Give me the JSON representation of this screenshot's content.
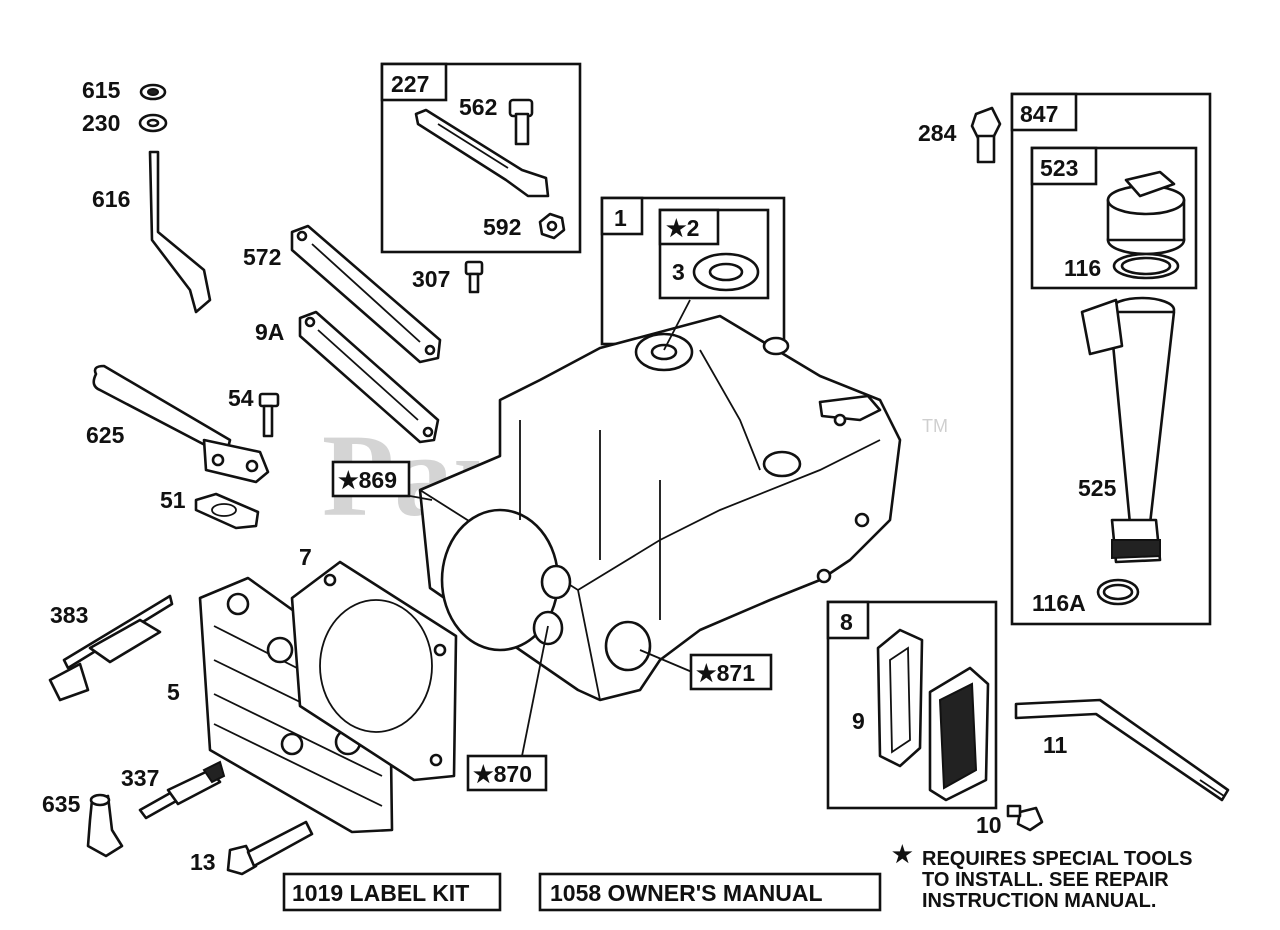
{
  "watermark": {
    "text": "PartsTree",
    "tm": "TM"
  },
  "boxes": {
    "b227": "227",
    "b1": "1",
    "b2": "★2",
    "b847": "847",
    "b523": "523",
    "b8": "8",
    "b869": "★869",
    "b871": "★871",
    "b870": "★870"
  },
  "labels": {
    "l615": "615",
    "l230": "230",
    "l616": "616",
    "l572": "572",
    "l9A": "9A",
    "l625": "625",
    "l54": "54",
    "l51": "51",
    "l383": "383",
    "l5": "5",
    "l7": "7",
    "l337": "337",
    "l635": "635",
    "l13": "13",
    "l562": "562",
    "l592": "592",
    "l307": "307",
    "l3": "3",
    "l284": "284",
    "l116": "116",
    "l525": "525",
    "l116A": "116A",
    "l9": "9",
    "l11": "11",
    "l10": "10"
  },
  "footer": {
    "label_kit": "1019 LABEL KIT",
    "owners_manual": "1058 OWNER'S MANUAL",
    "note_star": "★",
    "note_line1": "REQUIRES SPECIAL TOOLS",
    "note_line2": "TO INSTALL.  SEE REPAIR",
    "note_line3": "INSTRUCTION MANUAL."
  }
}
